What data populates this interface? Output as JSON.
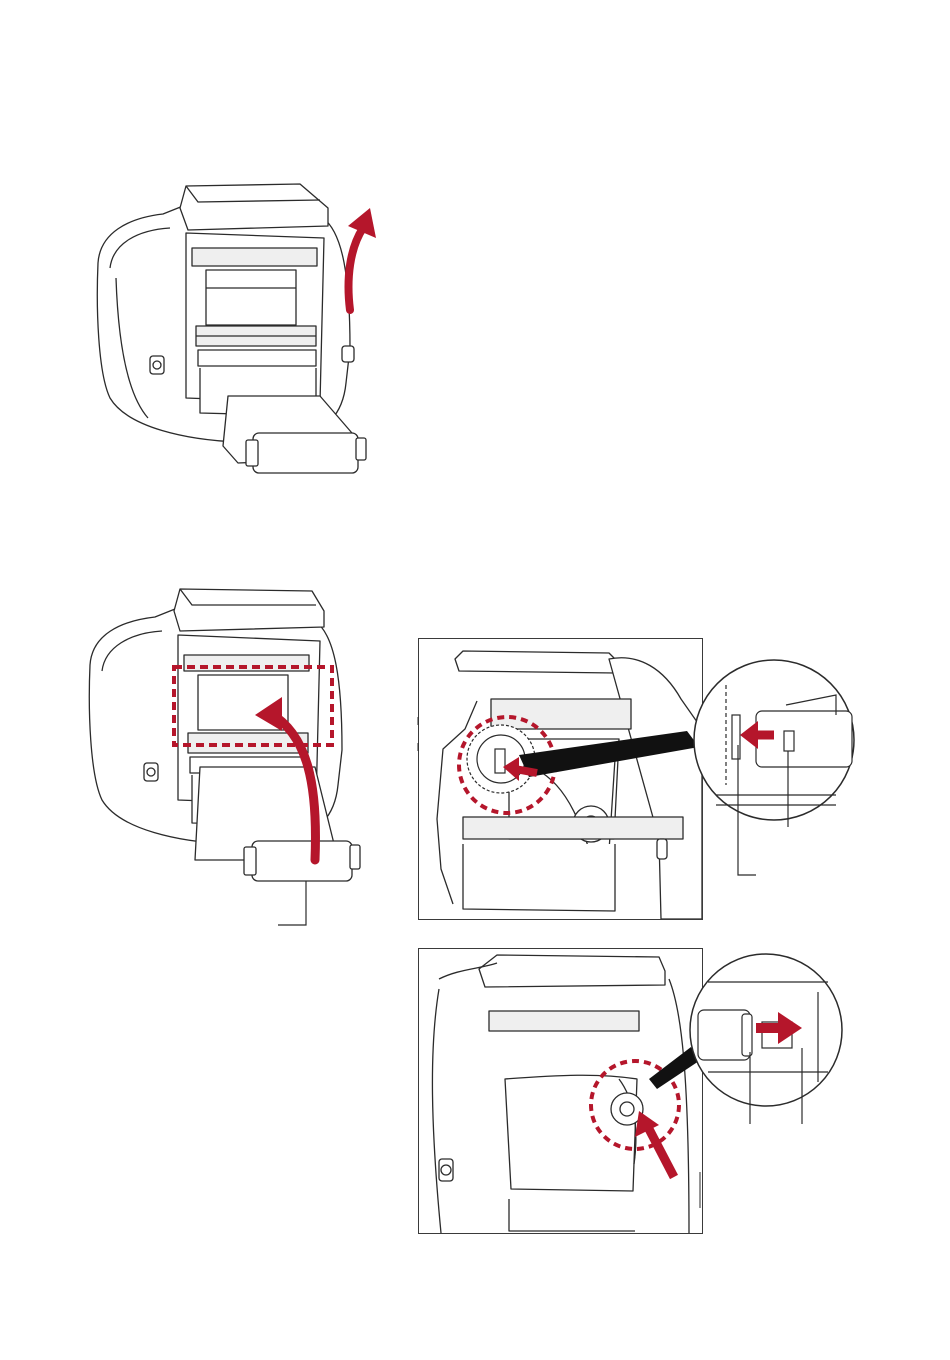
{
  "colors": {
    "accent": "#b5162b",
    "line": "#2b2b2b",
    "fill": "#ffffff",
    "shade": "#efefef"
  },
  "figures": [
    {
      "id": "step-open-cover",
      "icons": [
        "printer-icon",
        "curved-arrow-icon",
        "ribbon-roll-icon"
      ]
    },
    {
      "id": "step-route-ribbon",
      "icons": [
        "printer-icon",
        "curved-arrow-icon",
        "dashed-highlight-icon",
        "ribbon-roll-icon",
        "leader-line-icon"
      ]
    },
    {
      "id": "detail-supply-gear",
      "icons": [
        "gear-icon",
        "arrow-icon",
        "magnifier-callout-icon",
        "leader-line-icon"
      ]
    },
    {
      "id": "detail-rewind-spindle",
      "icons": [
        "spindle-icon",
        "arrow-icon",
        "magnifier-callout-icon",
        "leader-line-icon"
      ]
    }
  ]
}
